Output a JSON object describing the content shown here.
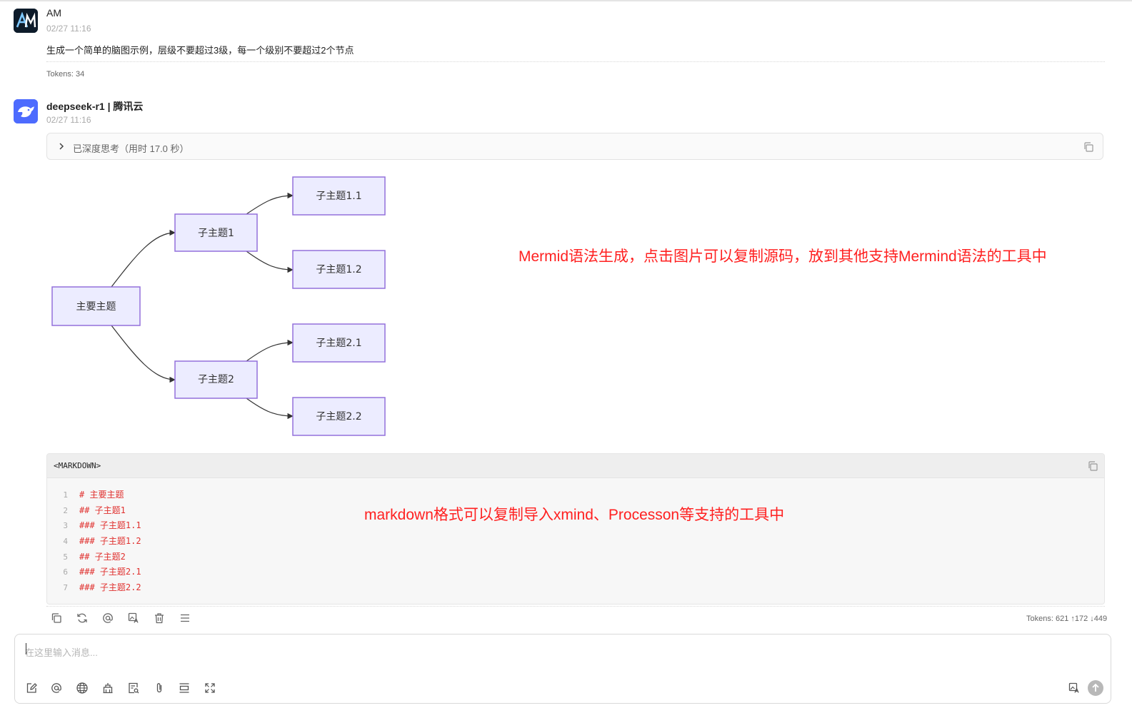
{
  "user_message": {
    "sender": "AM",
    "time": "02/27 11:16",
    "text": "生成一个简单的脑图示例，层级不要超过3级，每一个级别不要超过2个节点",
    "tokens": "Tokens: 34"
  },
  "bot_message": {
    "sender": "deepseek-r1 | 腾讯云",
    "time": "02/27 11:16",
    "thinking_label": "已深度思考（用时 17.0 秒）",
    "tokens": "Tokens: 621 ↑172 ↓449"
  },
  "mindmap": {
    "root": "主要主题",
    "child1": "子主题1",
    "child1_1": "子主题1.1",
    "child1_2": "子主题1.2",
    "child2": "子主题2",
    "child2_1": "子主题2.1",
    "child2_2": "子主题2.2",
    "node_fill": "#ececff",
    "node_stroke": "#9370db"
  },
  "annotations": {
    "mermaid_note": "Mermid语法生成，点击图片可以复制源码，放到其他支持Mermind语法的工具中",
    "markdown_note": "markdown格式可以复制导入xmind、Processon等支持的工具中",
    "color": "#ff2020"
  },
  "code_block": {
    "language": "<MARKDOWN>",
    "lines": [
      {
        "n": "1",
        "code": "# 主要主题"
      },
      {
        "n": "2",
        "code": "## 子主题1"
      },
      {
        "n": "3",
        "code": "### 子主题1.1"
      },
      {
        "n": "4",
        "code": "### 子主题1.2"
      },
      {
        "n": "5",
        "code": "## 子主题2"
      },
      {
        "n": "6",
        "code": "### 子主题2.1"
      },
      {
        "n": "7",
        "code": "### 子主题2.2"
      }
    ]
  },
  "composer": {
    "placeholder": "在这里输入消息...",
    "value": ""
  },
  "icons": {
    "message_toolbar": [
      "copy-icon",
      "regenerate-icon",
      "mention-icon",
      "image-translate-icon",
      "delete-icon",
      "menu-icon"
    ],
    "composer_toolbar": [
      "edit-icon",
      "mention-icon",
      "globe-icon",
      "knowledge-icon",
      "doc-search-icon",
      "attachment-icon",
      "layout-icon",
      "expand-icon",
      "translate-icon",
      "send-icon"
    ]
  }
}
